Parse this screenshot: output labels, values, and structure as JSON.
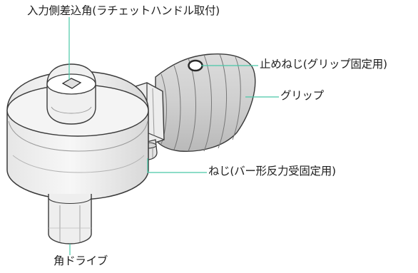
{
  "labels": {
    "input_square": "入力側差込角(ラチェットハンドル取付)",
    "set_screw": "止めねじ(グリップ固定用)",
    "grip": "グリップ",
    "screw": "ねじ(バー形反力受固定用)",
    "square_drive": "角ドライブ"
  },
  "colors": {
    "leader_line": "#49c7a7",
    "body_fill": "#f2f2f2",
    "body_shade": "#d9d9d9",
    "grip_fill": "#d4d4d4",
    "outline": "#3a3a3a"
  }
}
